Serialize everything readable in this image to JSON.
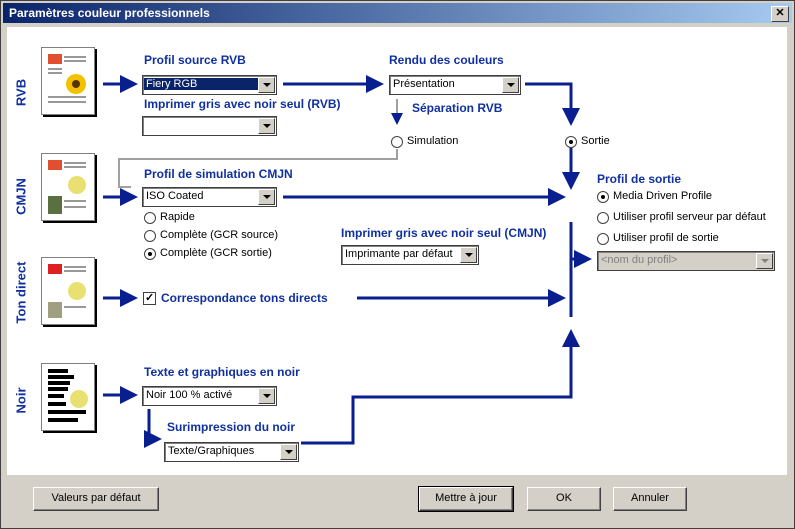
{
  "window": {
    "title": "Paramètres couleur professionnels"
  },
  "sections": {
    "rgb": "RVB",
    "cmyk": "CMJN",
    "spot": "Ton direct",
    "black": "Noir"
  },
  "rgb": {
    "source_label": "Profil source RVB",
    "source_value": "Fiery RGB",
    "gray_label": "Imprimer gris avec noir seul (RVB)",
    "gray_value": ""
  },
  "rendering": {
    "label": "Rendu des couleurs",
    "value": "Présentation",
    "separation_label": "Séparation RVB",
    "simulation_label": "Simulation",
    "output_label": "Sortie"
  },
  "cmyk": {
    "sim_label": "Profil de simulation CMJN",
    "sim_value": "ISO Coated",
    "options": [
      "Rapide",
      "Complète (GCR source)",
      "Complète (GCR sortie)"
    ],
    "gray_label": "Imprimer gris avec noir seul (CMJN)",
    "gray_value": "Imprimante par défaut"
  },
  "output_profile": {
    "label": "Profil de sortie",
    "options": [
      "Media Driven Profile",
      "Utiliser profil serveur par défaut",
      "Utiliser profil de sortie"
    ],
    "profile_value": "<nom du profil>"
  },
  "spot": {
    "match_label": "Correspondance tons directs"
  },
  "black": {
    "text_label": "Texte et graphiques en noir",
    "text_value": "Noir 100 % activé",
    "overprint_label": "Surimpression du noir",
    "overprint_value": "Texte/Graphiques"
  },
  "buttons": {
    "defaults": "Valeurs par défaut",
    "update": "Mettre à jour",
    "ok": "OK",
    "cancel": "Annuler"
  },
  "colors": {
    "accent": "#1030a0",
    "arrow": "#0a1f8f",
    "title_start": "#0a246a",
    "title_end": "#a6caf0"
  }
}
